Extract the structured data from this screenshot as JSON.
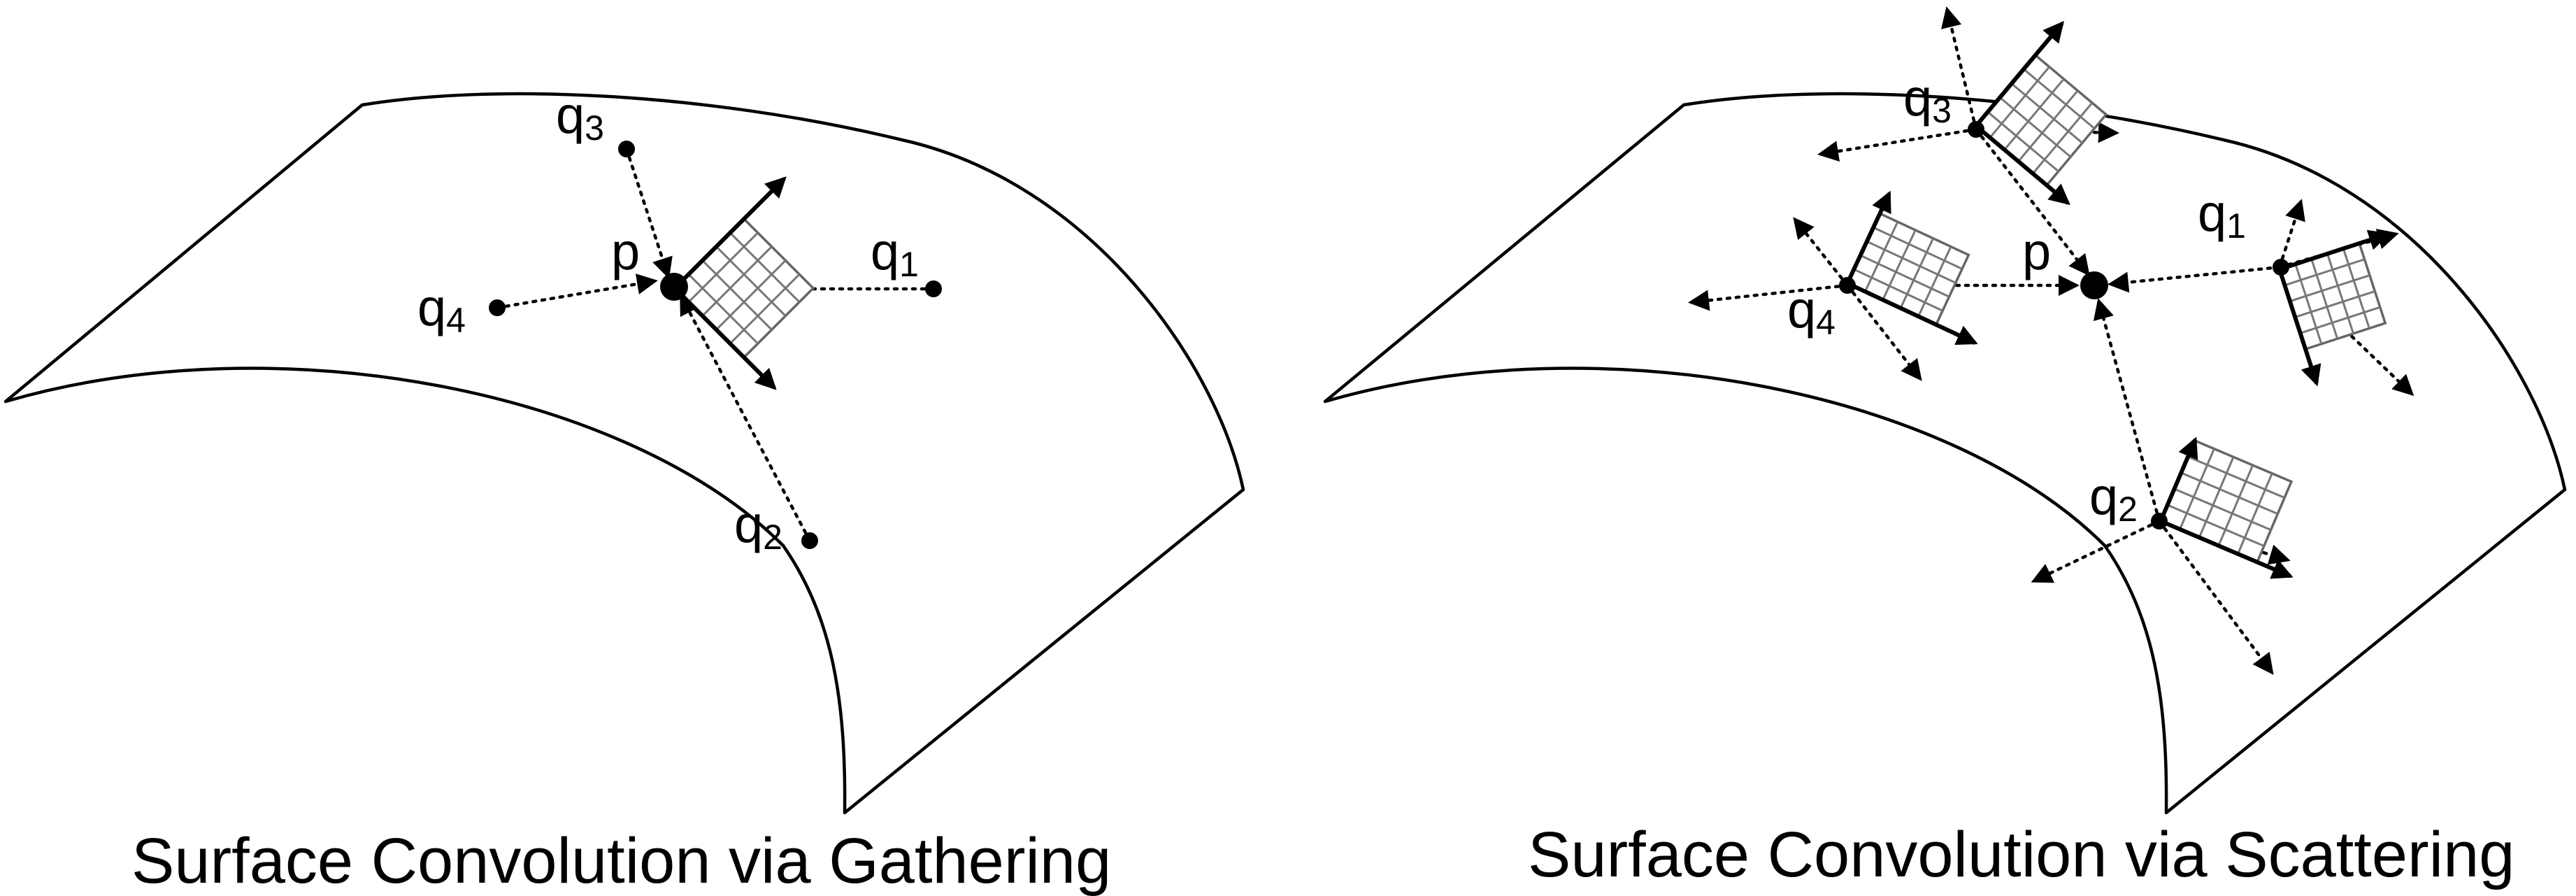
{
  "panels": [
    {
      "caption": "Surface Convolution via Gathering",
      "center_label": "p",
      "neighbors": [
        {
          "base": "q",
          "index": "1"
        },
        {
          "base": "q",
          "index": "2"
        },
        {
          "base": "q",
          "index": "3"
        },
        {
          "base": "q",
          "index": "4"
        }
      ]
    },
    {
      "caption": "Surface Convolution via Scattering",
      "center_label": "p",
      "neighbors": [
        {
          "base": "q",
          "index": "1"
        },
        {
          "base": "q",
          "index": "2"
        },
        {
          "base": "q",
          "index": "3"
        },
        {
          "base": "q",
          "index": "4"
        }
      ]
    }
  ],
  "colors": {
    "ink": "#000000",
    "grid": "#777777",
    "background": "#ffffff"
  }
}
